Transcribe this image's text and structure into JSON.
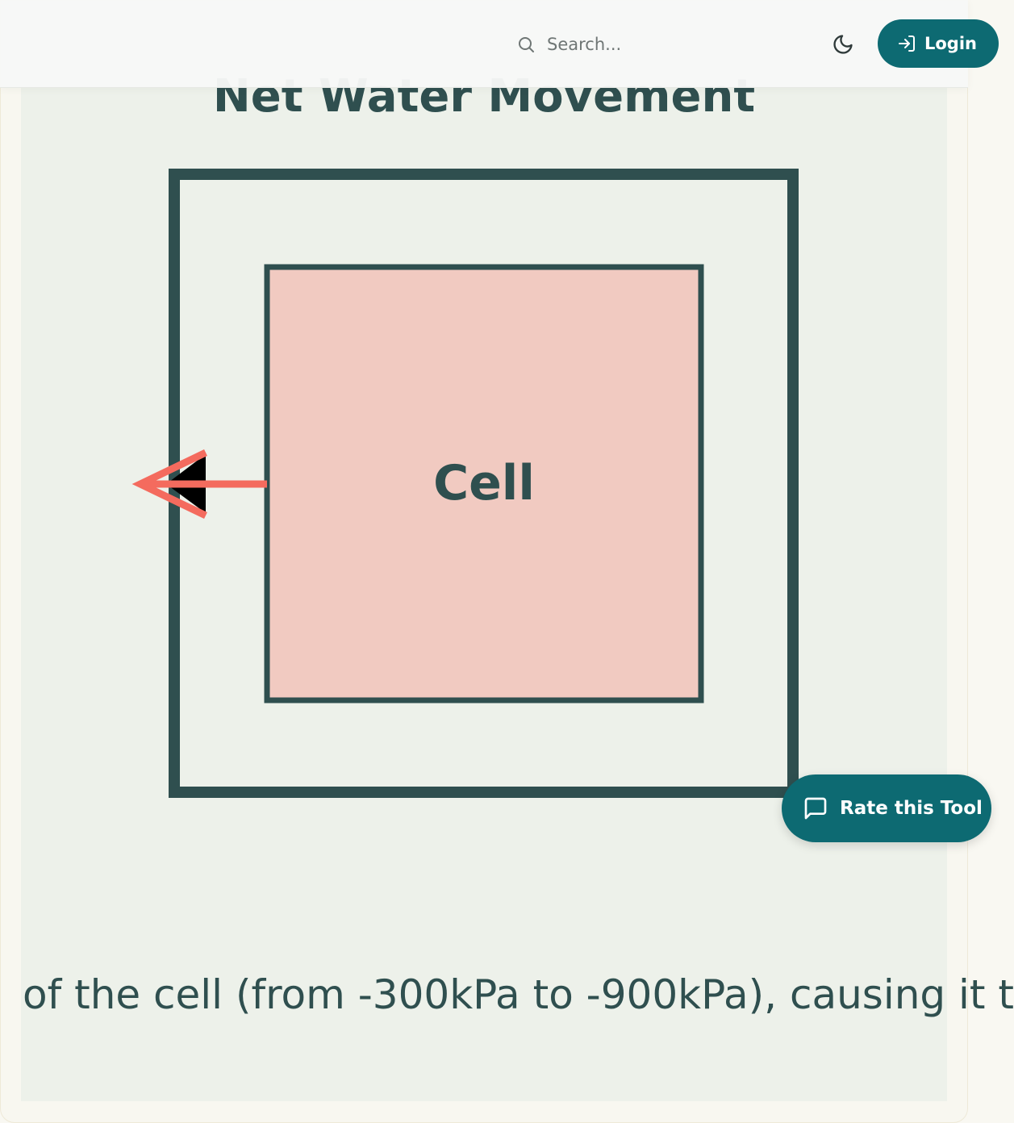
{
  "header": {
    "search_placeholder": "Search...",
    "theme_toggle_icon": "moon-icon",
    "login_label": "Login",
    "login_icon": "log-in-icon"
  },
  "diagram": {
    "title": "Net Water Movement",
    "cell_label": "Cell",
    "arrow_direction": "left",
    "colors": {
      "outline": "#2f4f4f",
      "cell_fill": "#f1cac1",
      "background": "#edf1ea",
      "arrow": "#f46b5e"
    }
  },
  "caption": "of the cell (from -300kPa to -900kPa), causing it t",
  "feedback": {
    "rate_label": "Rate this Tool",
    "rate_icon": "message-square-icon"
  }
}
